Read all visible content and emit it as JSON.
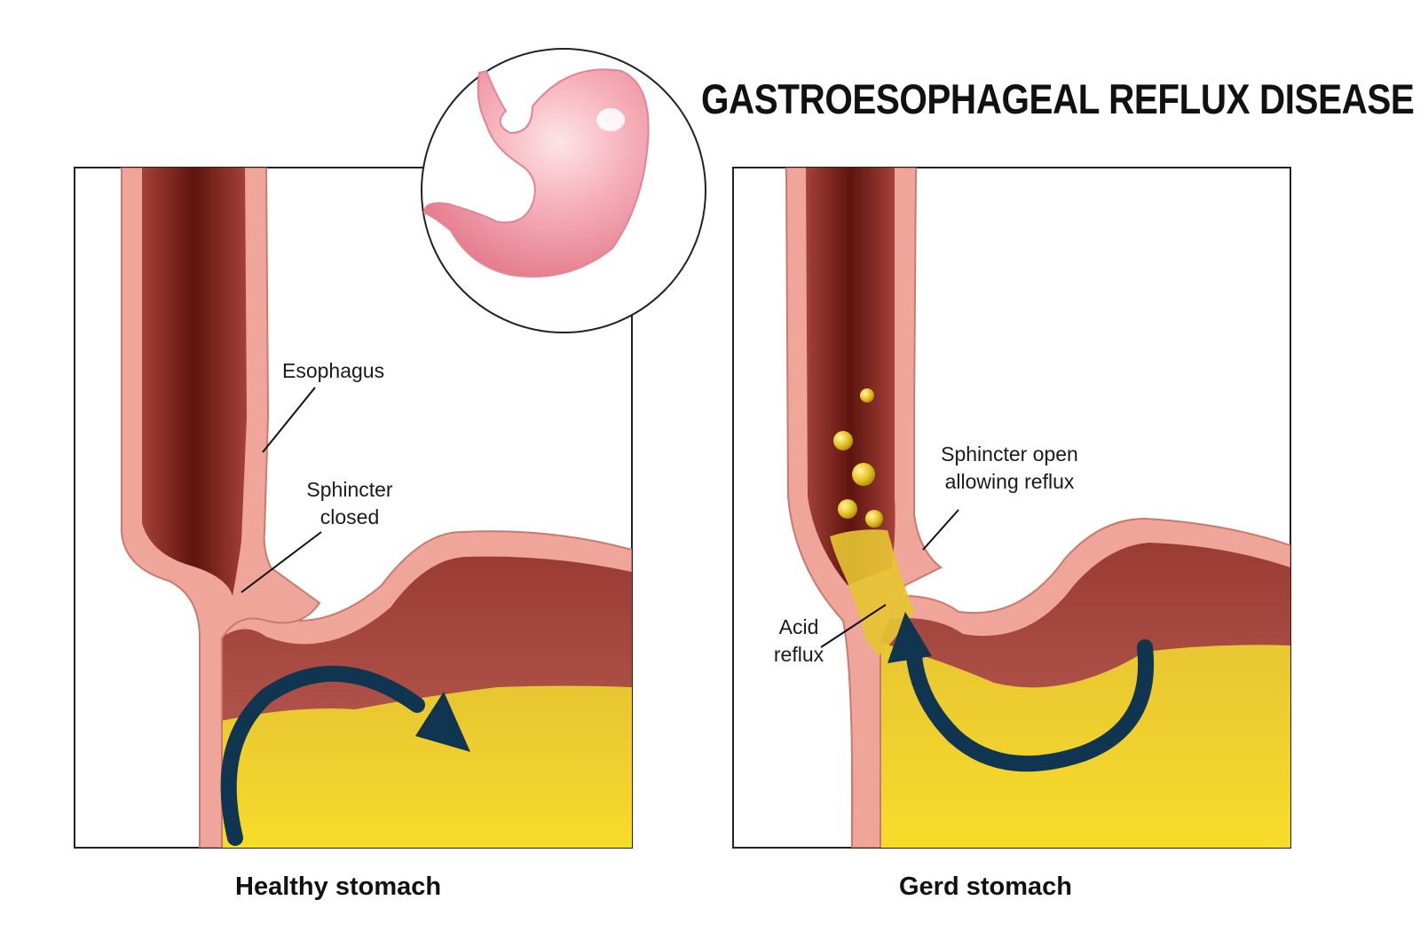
{
  "title": "GASTROESOPHAGEAL REFLUX DISEASE",
  "panels": {
    "healthy": {
      "caption": "Healthy stomach",
      "label_esophagus": "Esophagus",
      "label_sphincter": [
        "Sphincter",
        "closed"
      ]
    },
    "gerd": {
      "caption": "Gerd stomach",
      "label_sphincter": [
        "Sphincter open",
        "allowing reflux"
      ],
      "label_acid": [
        "Acid",
        "reflux"
      ]
    }
  },
  "colors": {
    "tissue": "#f0a59b",
    "tissue_edge": "#c97a6c",
    "lumen": "#7a2318",
    "stomach_wall": "#b8554a",
    "acid": "#f4d22b",
    "arrow": "#0f3550",
    "stomach_inset": "#f3a0ad"
  },
  "icons": [
    "stomach-inset-icon",
    "flow-arrow-icon",
    "acid-bubble-icon"
  ]
}
